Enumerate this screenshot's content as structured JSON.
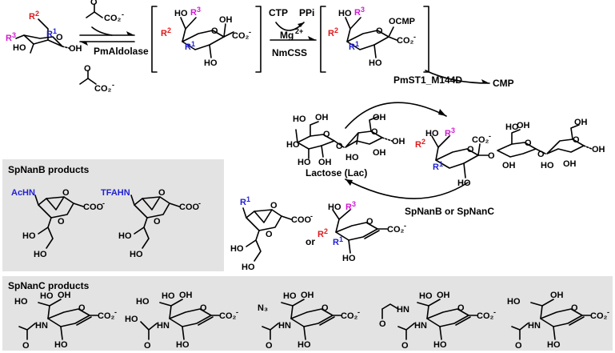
{
  "reagents": {
    "pyruvate_top": "CO₂",
    "pyruvate_top_charge": "-",
    "pyruvate_bottom": "CO₂",
    "pyruvate_bottom_charge": "-",
    "pmaldolase": "PmAldolase",
    "ctp": "CTP",
    "ppi": "PPi",
    "mg": "Mg",
    "mg_charge": "2+",
    "nmcss": "NmCSS",
    "pmst1": "PmST1_M144D",
    "cmp": "CMP",
    "lactose": "Lactose (Lac)",
    "spnanb_or_c": "SpNanB or SpNanC",
    "or": "or"
  },
  "atoms": {
    "OH": "OH",
    "HO": "HO",
    "O": "O",
    "OCMP": "OCMP",
    "R1": "R",
    "R2": "R",
    "R3": "R",
    "sup1": "1",
    "sup2": "2",
    "sup3": "3",
    "CO2": "CO₂",
    "COO": "COO",
    "neg": "-",
    "AcHN": "AcHN",
    "TFAHN": "TFAHN",
    "HN": "HN",
    "N3": "N₃"
  },
  "boxes": {
    "spnanb_title": "SpNanB products",
    "spnanc_title": "SpNanC products"
  },
  "colors": {
    "r1": "#1f1fd6",
    "r2": "#e0181b",
    "r3": "#d11bd1",
    "box": "#e3e3e3"
  }
}
